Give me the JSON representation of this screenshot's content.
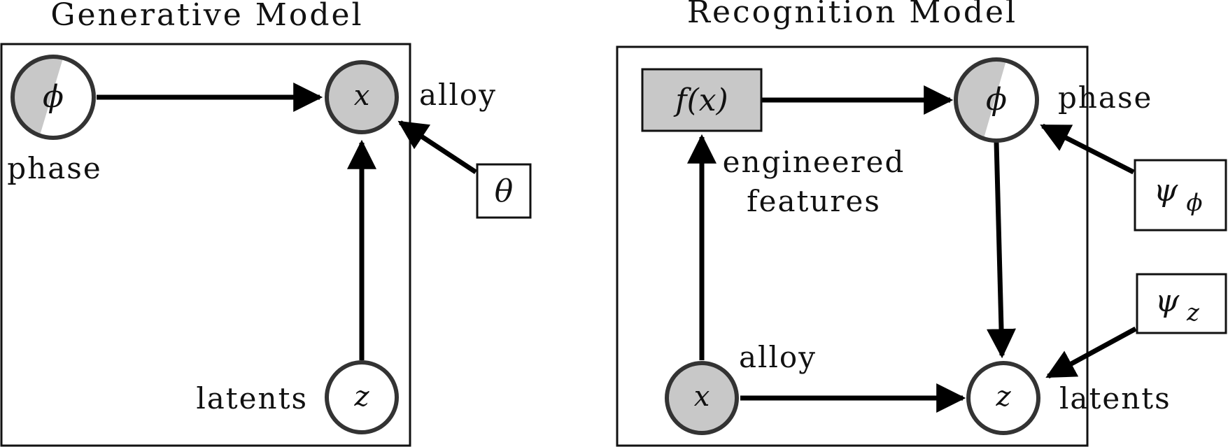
{
  "colors": {
    "observed_fill": "#c8c8c8",
    "latent_fill": "#ffffff",
    "node_stroke": "#333333",
    "edge": "#000000"
  },
  "generative": {
    "title": "Generative Model",
    "nodes": {
      "phase": {
        "symbol": "ϕ",
        "label": "phase",
        "style": "half-shaded"
      },
      "x": {
        "symbol": "x",
        "label": "alloy",
        "style": "shaded"
      },
      "z": {
        "symbol": "z",
        "label": "latents",
        "style": "open"
      }
    },
    "param": {
      "symbol": "θ"
    }
  },
  "recognition": {
    "title": "Recognition Model",
    "features": {
      "symbol": "f(x)",
      "label_line1": "engineered",
      "label_line2": "features"
    },
    "nodes": {
      "phase": {
        "symbol": "ϕ",
        "label": "phase",
        "style": "half-shaded"
      },
      "x": {
        "symbol": "x",
        "label": "alloy",
        "style": "shaded"
      },
      "z": {
        "symbol": "z",
        "label": "latents",
        "style": "open"
      }
    },
    "params": {
      "psi_phi": {
        "symbol": "ψ",
        "subscript": "ϕ"
      },
      "psi_z": {
        "symbol": "ψ",
        "subscript": "z"
      }
    }
  }
}
